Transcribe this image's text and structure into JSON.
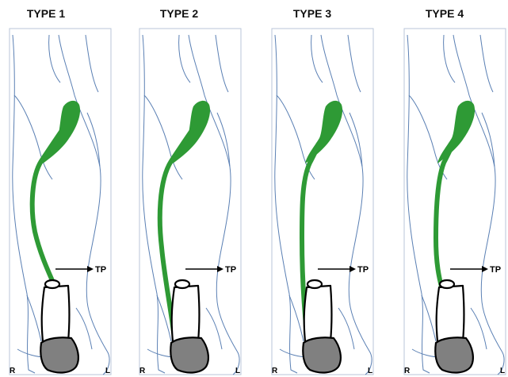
{
  "panels": [
    {
      "title": "TYPE 1",
      "pointer_label": "TP",
      "right_side_label": "R",
      "left_side_label": "L",
      "tendon_path_type": 1
    },
    {
      "title": "TYPE 2",
      "pointer_label": "TP",
      "right_side_label": "R",
      "left_side_label": "L",
      "tendon_path_type": 2
    },
    {
      "title": "TYPE 3",
      "pointer_label": "TP",
      "right_side_label": "R",
      "left_side_label": "L",
      "tendon_path_type": 3
    },
    {
      "title": "TYPE 4",
      "pointer_label": "TP",
      "right_side_label": "R",
      "left_side_label": "L",
      "tendon_path_type": 4
    }
  ],
  "colors": {
    "muscle_tendon": "#2e9a35",
    "leg_outline": "#5b80b4",
    "calcaneus": "#808080",
    "bone_outline": "#000000"
  }
}
